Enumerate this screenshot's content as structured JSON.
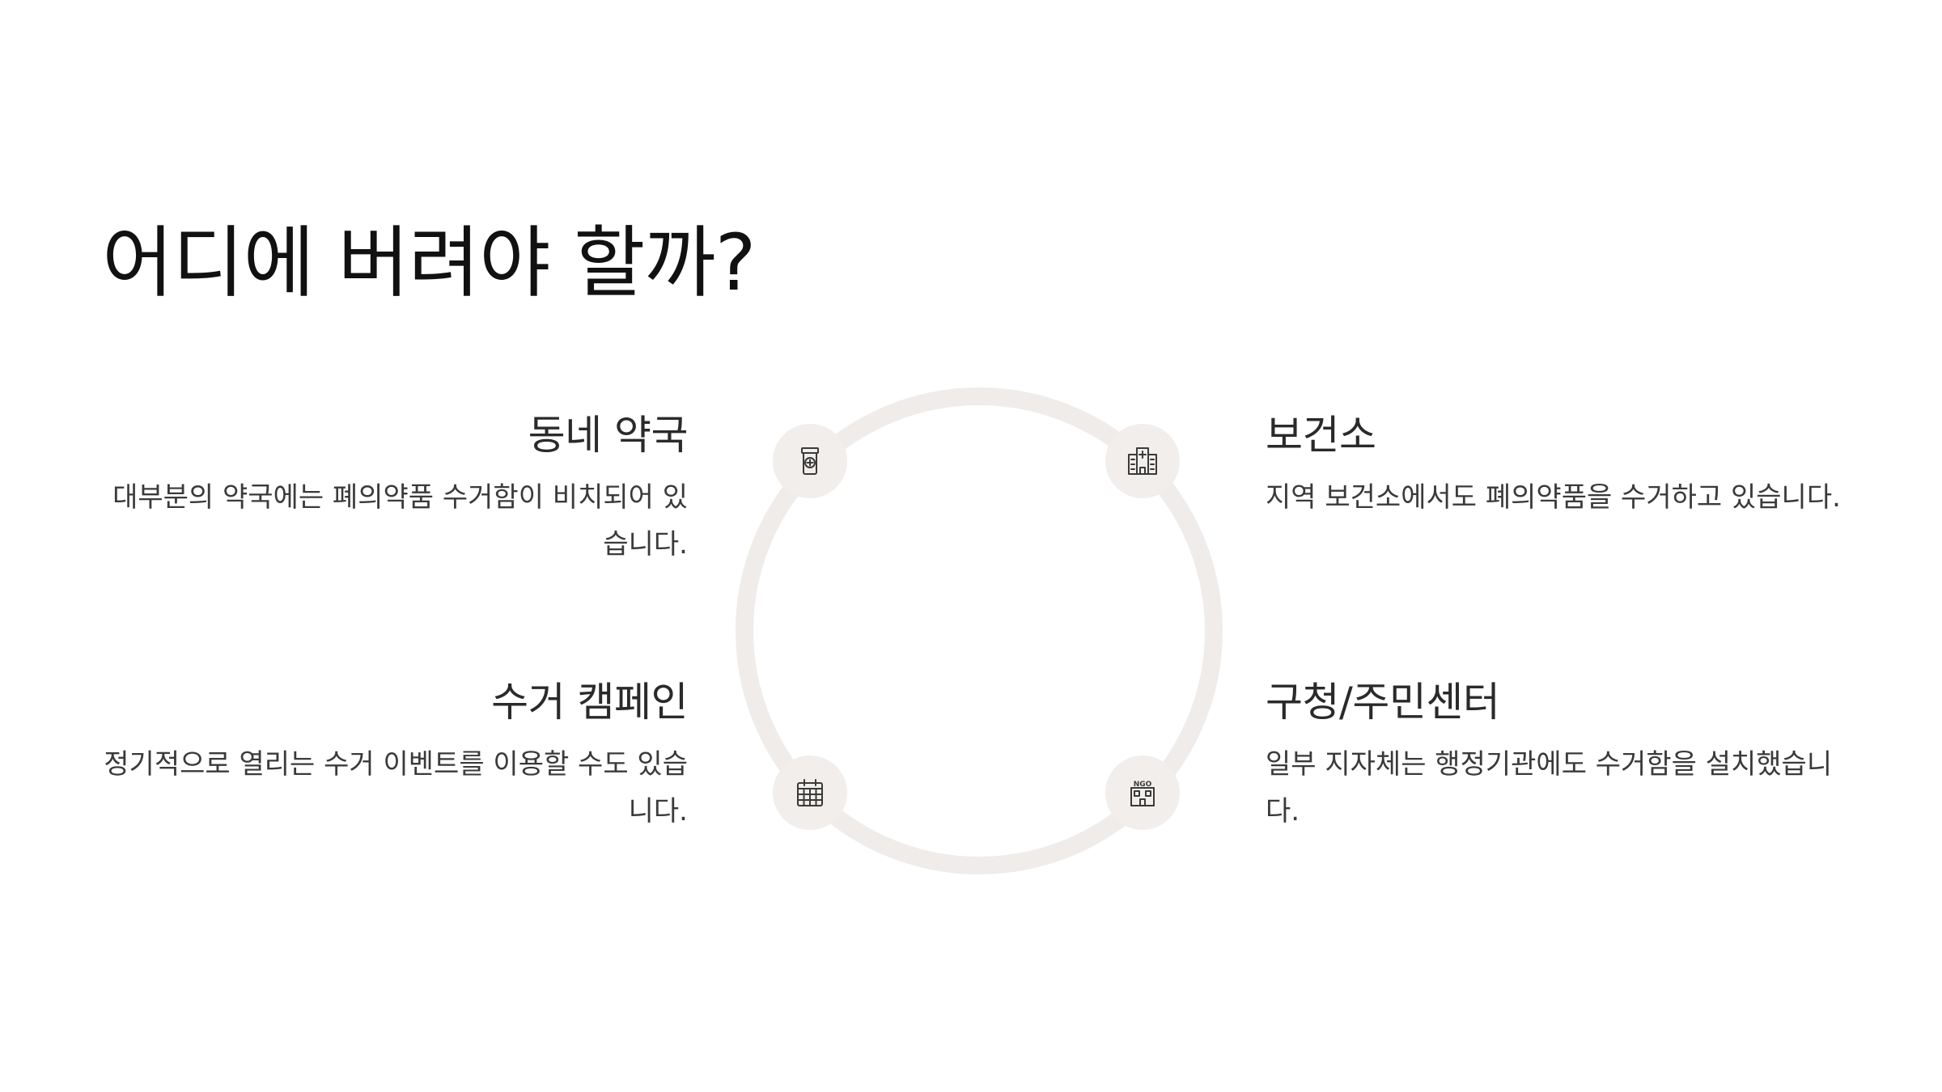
{
  "title": "어디에 버려야 할까?",
  "items": {
    "pharmacy": {
      "title": "동네 약국",
      "description": "대부분의 약국에는 폐의약품 수거함이 비치되어 있습니다.",
      "icon": "medicine-bottle-icon"
    },
    "health_center": {
      "title": "보건소",
      "description": "지역 보건소에서도 폐의약품을 수거하고 있습니다.",
      "icon": "hospital-building-icon"
    },
    "campaign": {
      "title": "수거 캠페인",
      "description": "정기적으로 열리는 수거 이벤트를 이용할 수도 있습니다.",
      "icon": "calendar-icon"
    },
    "community_center": {
      "title": "구청/주민센터",
      "description": "일부 지자체는 행정기관에도 수거함을 설치했습니다.",
      "icon": "ngo-building-icon"
    }
  },
  "colors": {
    "ring": "#efecea",
    "icon_background": "#f1eeec",
    "icon_stroke": "#3a3a3a",
    "title_text": "#111111",
    "body_text": "#3a3a3a"
  }
}
